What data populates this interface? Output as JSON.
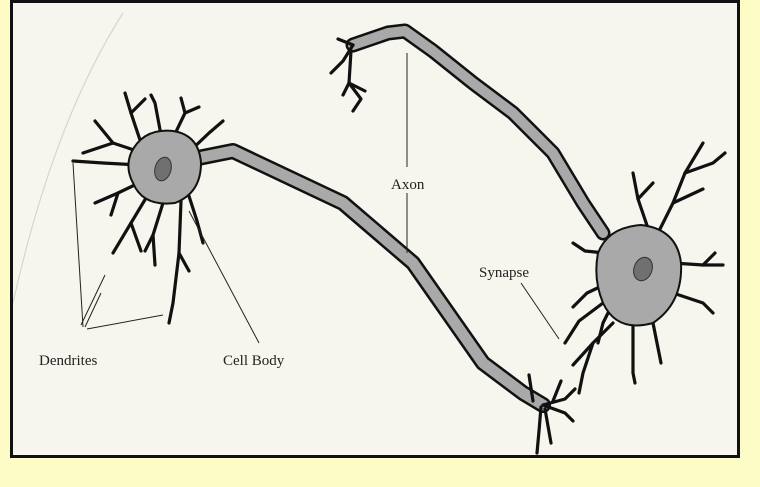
{
  "labels": {
    "dendrites": "Dendrites",
    "cell_body": "Cell Body",
    "axon": "Axon",
    "synapse": "Synapse"
  },
  "colors": {
    "slide_background": "#fefcc6",
    "panel_background": "#f6f5ee",
    "neuron_fill": "#a9a9a9",
    "nucleus_fill": "#707070",
    "outline": "#111111"
  }
}
